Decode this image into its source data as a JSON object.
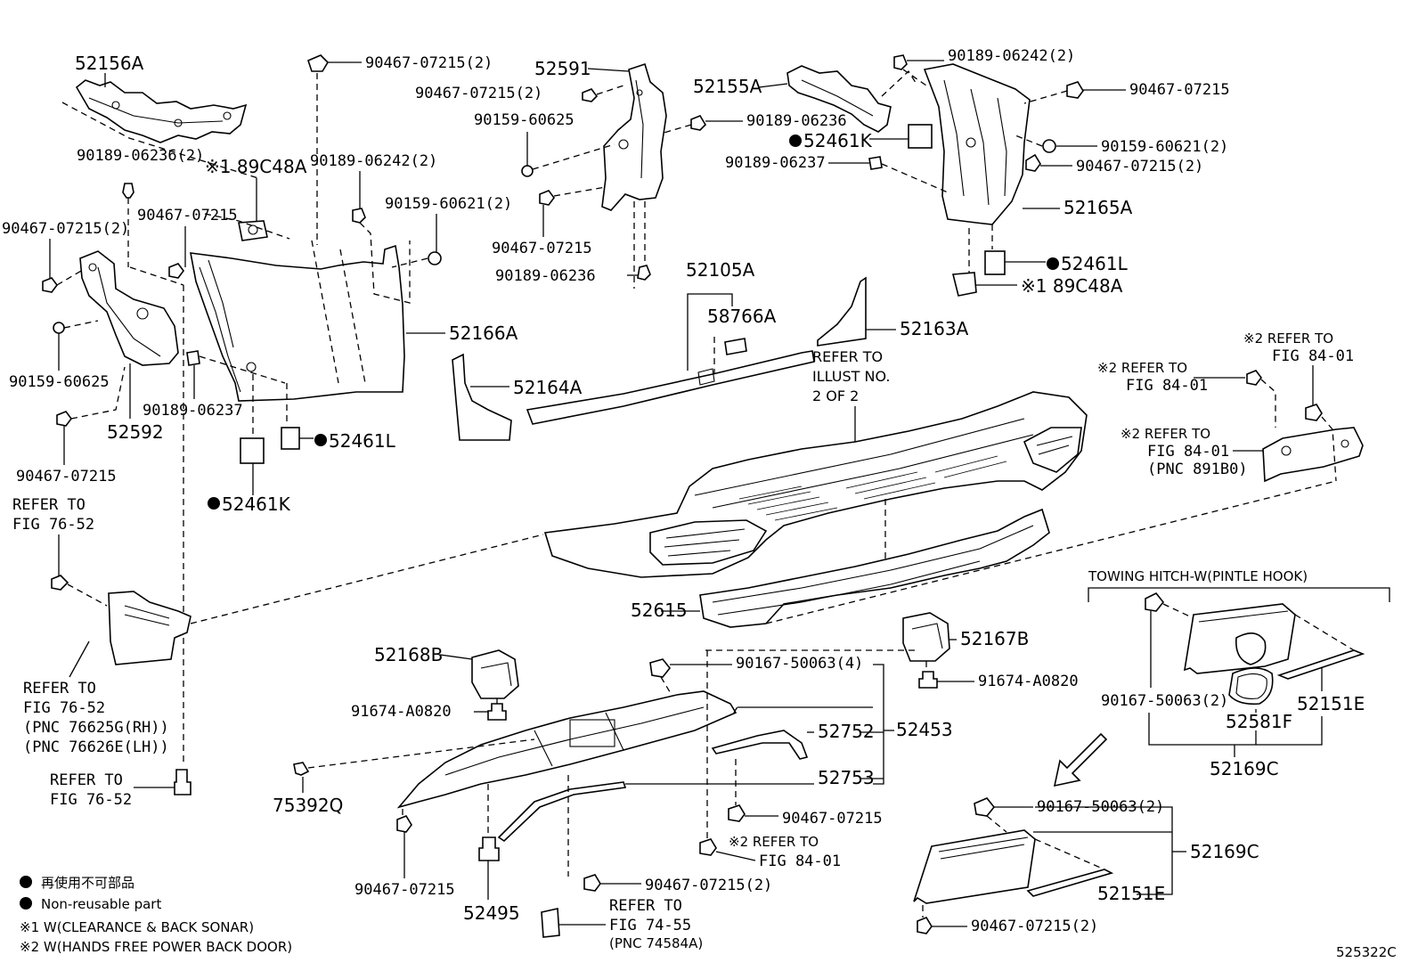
{
  "labels": {
    "p52156A": "52156A",
    "p90467_07215_2_top": "90467-07215(2)",
    "p52591": "52591",
    "p90467_07215_2_mid": "90467-07215(2)",
    "p52155A": "52155A",
    "p90189_06242_2_top": "90189-06242(2)",
    "p90467_07215_right": "90467-07215",
    "p90189_06236_2": "90189-06236(2)",
    "p189C48A": "※1 89C48A",
    "p90159_60625_top": "90159-60625",
    "p90189_06236_mid": "90189-06236",
    "p52461K_top": "52461K",
    "p90159_60621_2_right": "90159-60621(2)",
    "p90189_06237_top": "90189-06237",
    "p90467_07215_2_right": "90467-07215(2)",
    "p90189_06242_2_left": "90189-06242(2)",
    "p90467_07215_2_left": "90467-07215(2)",
    "p90467_07215_left": "90467-07215",
    "p90159_60621_2_mid": "90159-60621(2)",
    "p52165A": "52165A",
    "p90467_07215_mid2": "90467-07215",
    "p90189_06236_low": "90189-06236",
    "p52105A": "52105A",
    "p52461L_right": "52461L",
    "p89C48A_right": "※1 89C48A",
    "p58766A": "58766A",
    "p52166A": "52166A",
    "p52163A": "52163A",
    "p90159_60625_left": "90159-60625",
    "p52164A": "52164A",
    "p52592": "52592",
    "p90189_06237_left": "90189-06237",
    "p52461L_left": "52461L",
    "p90467_07215_left_low": "90467-07215",
    "p52461K_left": "52461K",
    "p52615": "52615",
    "p52168B": "52168B",
    "p52167B": "52167B",
    "p90167_50063_4": "90167-50063(4)",
    "p91674_A0820_right": "91674-A0820",
    "p91674_A0820_left": "91674-A0820",
    "p52752": "52752",
    "p52453": "52453",
    "p52753": "52753",
    "p75392Q": "75392Q",
    "p90467_07215_bottom_mid": "90467-07215",
    "p90467_07215_bottom_left": "90467-07215",
    "p52495": "52495",
    "p90467_07215_2_bottom": "90467-07215(2)",
    "p90167_50063_2_hitch": "90167-50063(2)",
    "p52581F": "52581F",
    "p52151E_hitch": "52151E",
    "p52169C_hitch": "52169C",
    "p90167_50063_2_low": "90167-50063(2)",
    "p52169C_low": "52169C",
    "p52151E_low": "52151E",
    "p90467_07215_2_lowest": "90467-07215(2)"
  },
  "references": {
    "refer_76_52_a1": "REFER TO",
    "refer_76_52_a2": "FIG 76-52",
    "refer_76_52_b1": "REFER TO",
    "refer_76_52_b2": "FIG 76-52",
    "refer_76_52_b3": "(PNC 76625G(RH))",
    "refer_76_52_b4": "(PNC 76626E(LH))",
    "refer_76_52_c1": "REFER TO",
    "refer_76_52_c2": "FIG 76-52",
    "illust_1": "REFER TO",
    "illust_2": "ILLUST NO.",
    "illust_3": "2 OF 2",
    "refer_84_01_a1": "※2 REFER TO",
    "refer_84_01_a2": "FIG 84-01",
    "refer_84_01_b1": "※2 REFER TO",
    "refer_84_01_b2": "FIG 84-01",
    "refer_84_01_c1": "※2 REFER TO",
    "refer_84_01_c2": "FIG 84-01",
    "refer_84_01_c3": "(PNC 891B0)",
    "refer_84_01_d1": "※2 REFER TO",
    "refer_84_01_d2": "FIG 84-01",
    "refer_74_55_1": "REFER TO",
    "refer_74_55_2": "FIG 74-55",
    "refer_74_55_3": "(PNC 74584A)"
  },
  "towing_title": "TOWING HITCH-W(PINTLE HOOK)",
  "legend": {
    "line1": "再使用不可部品",
    "line2": "Non-reusable part",
    "note1": "※1 W(CLEARANCE & BACK SONAR)",
    "note2": "※2 W(HANDS FREE POWER BACK DOOR)"
  },
  "diagram_id": "525322C"
}
